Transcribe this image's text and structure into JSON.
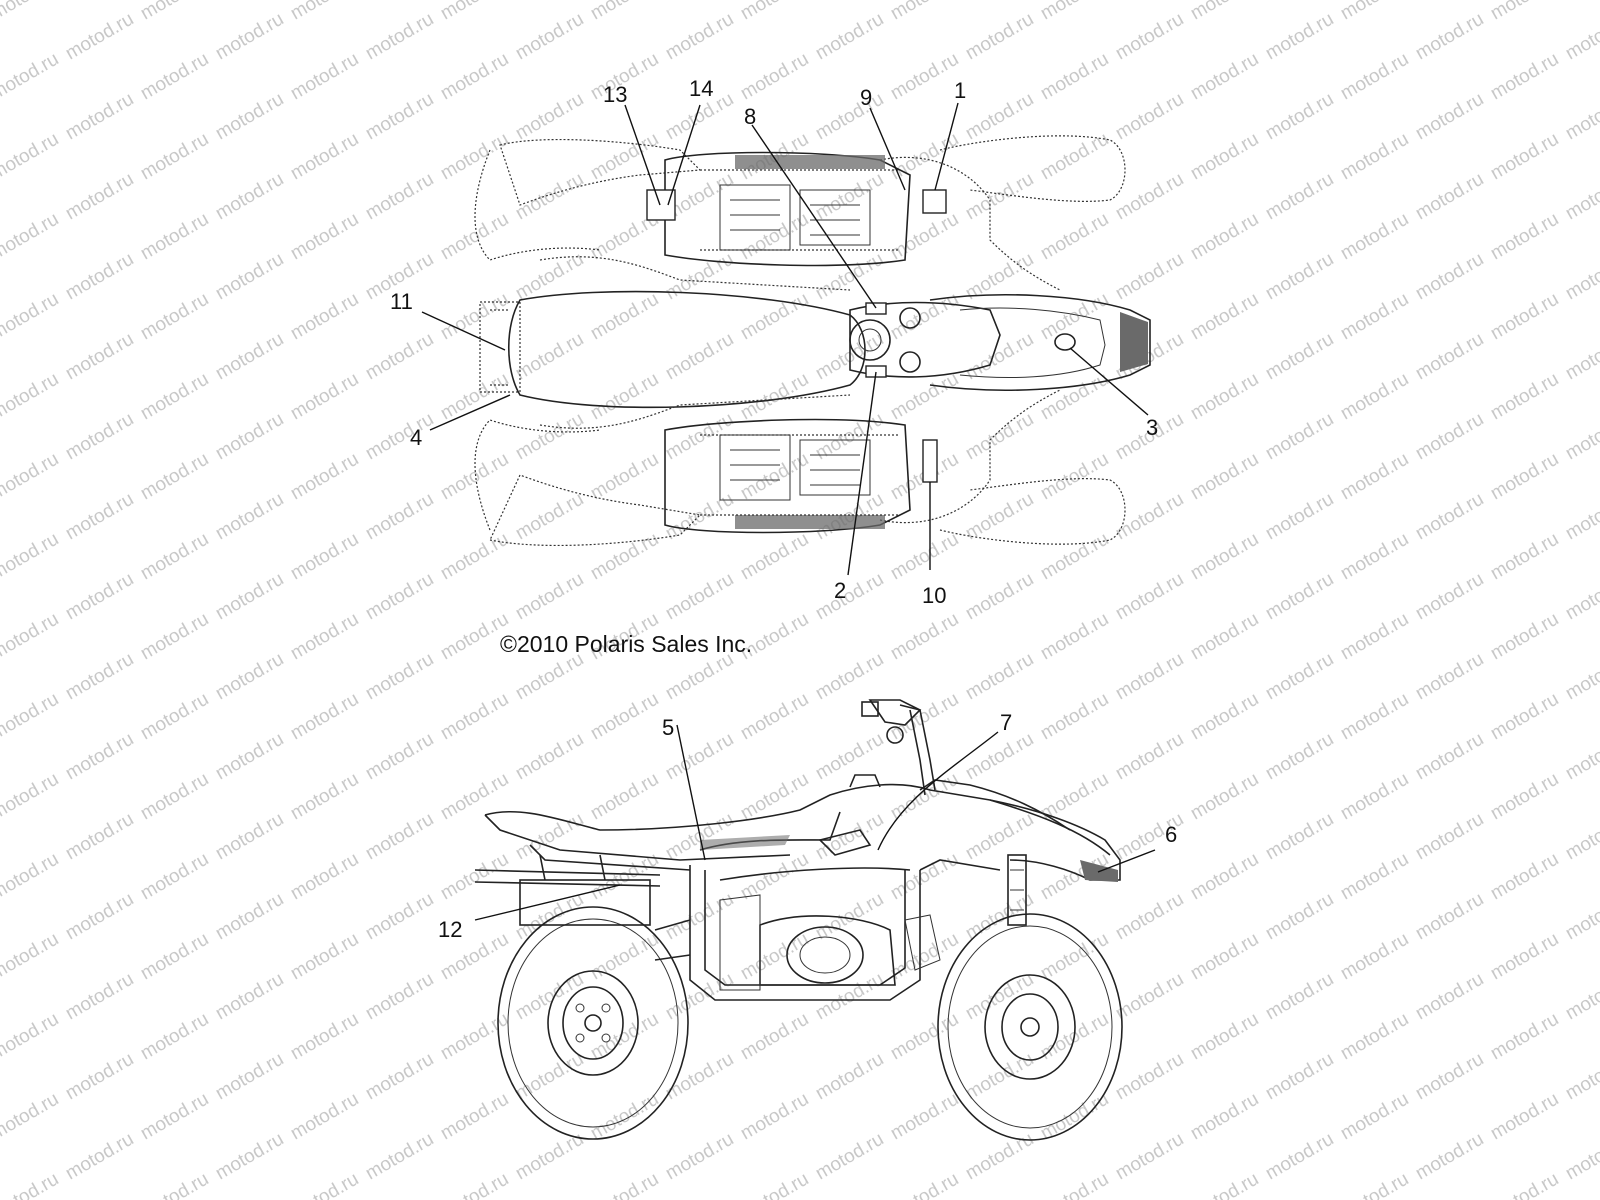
{
  "watermark": "motod.ru",
  "copyright": "©2010 Polaris Sales Inc.",
  "top_view_callouts": [
    {
      "id": "label-13",
      "text": "13"
    },
    {
      "id": "label-14",
      "text": "14"
    },
    {
      "id": "label-8",
      "text": "8"
    },
    {
      "id": "label-9",
      "text": "9"
    },
    {
      "id": "label-1",
      "text": "1"
    },
    {
      "id": "label-11",
      "text": "11"
    },
    {
      "id": "label-4",
      "text": "4"
    },
    {
      "id": "label-3",
      "text": "3"
    },
    {
      "id": "label-2",
      "text": "2"
    },
    {
      "id": "label-10",
      "text": "10"
    }
  ],
  "side_view_callouts": [
    {
      "id": "label-5",
      "text": "5"
    },
    {
      "id": "label-7",
      "text": "7"
    },
    {
      "id": "label-6",
      "text": "6"
    },
    {
      "id": "label-12",
      "text": "12"
    }
  ]
}
